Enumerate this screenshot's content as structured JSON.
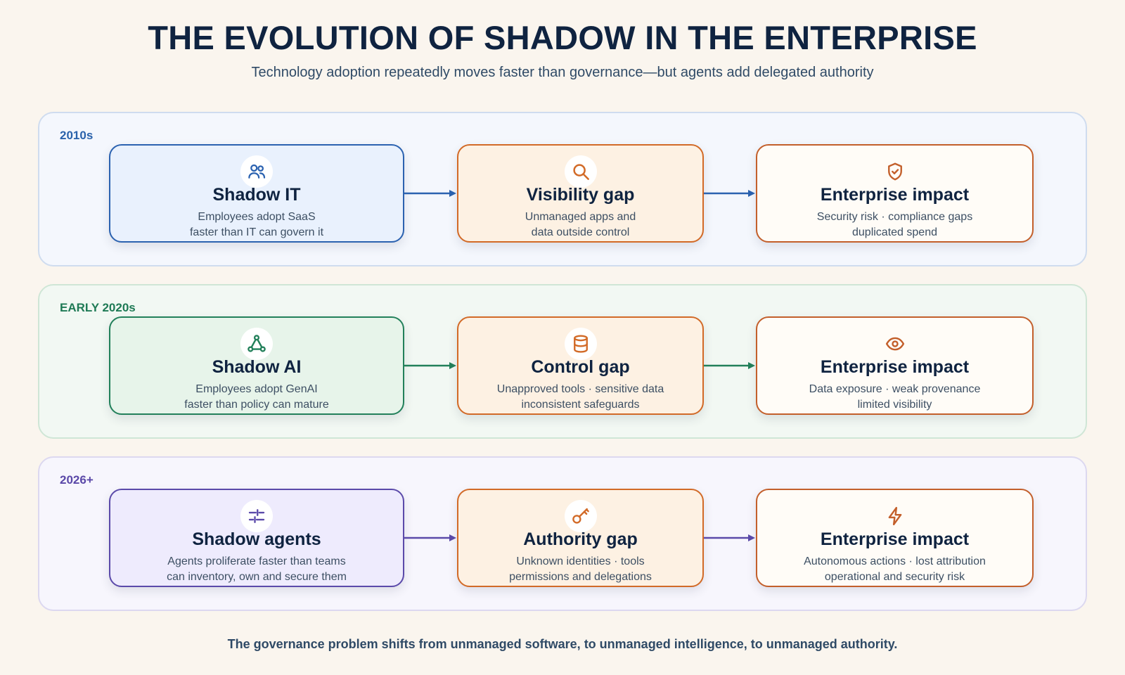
{
  "title": "THE EVOLUTION OF SHADOW IN THE ENTERPRISE",
  "subtitle": "Technology adoption repeatedly moves faster than governance—but agents add delegated authority",
  "rows": [
    {
      "era": "2010s",
      "accent": "#2b62b0",
      "source": {
        "icon": "users-icon",
        "title": "Shadow IT",
        "desc": [
          "Employees adopt SaaS",
          "faster than IT can govern it"
        ]
      },
      "gap": {
        "icon": "search-icon",
        "title": "Visibility gap",
        "desc": [
          "Unmanaged apps and",
          "data outside control"
        ]
      },
      "impact": {
        "icon": "shield-check-icon",
        "title": "Enterprise impact",
        "desc": [
          "Security risk · compliance gaps",
          "duplicated spend"
        ]
      }
    },
    {
      "era": "EARLY 2020s",
      "accent": "#22805a",
      "source": {
        "icon": "network-icon",
        "title": "Shadow AI",
        "desc": [
          "Employees adopt GenAI",
          "faster than policy can mature"
        ]
      },
      "gap": {
        "icon": "database-icon",
        "title": "Control gap",
        "desc": [
          "Unapproved tools · sensitive data",
          "inconsistent safeguards"
        ]
      },
      "impact": {
        "icon": "eye-icon",
        "title": "Enterprise impact",
        "desc": [
          "Data exposure · weak provenance",
          "limited visibility"
        ]
      }
    },
    {
      "era": "2026+",
      "accent": "#5b4aaa",
      "source": {
        "icon": "sliders-icon",
        "title": "Shadow agents",
        "desc": [
          "Agents proliferate faster than teams",
          "can inventory, own and secure them"
        ]
      },
      "gap": {
        "icon": "key-icon",
        "title": "Authority gap",
        "desc": [
          "Unknown identities · tools",
          "permissions and delegations"
        ]
      },
      "impact": {
        "icon": "lightning-icon",
        "title": "Enterprise impact",
        "desc": [
          "Autonomous actions · lost attribution",
          "operational and security risk"
        ]
      }
    }
  ],
  "footer": "The governance problem shifts from unmanaged software, to unmanaged intelligence, to unmanaged authority."
}
